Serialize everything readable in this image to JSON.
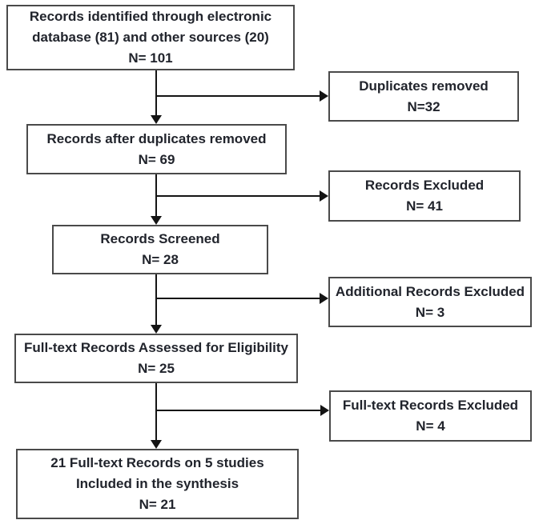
{
  "figure": {
    "kind": "study-selection-flow-diagram",
    "background_color": "#ffffff",
    "box_border_color": "#4a4a4a",
    "arrow_color": "#141414",
    "text_color": "#21242c"
  },
  "main_boxes": [
    {
      "id": "records-identified",
      "lines": [
        "Records identified through electronic",
        "database (81) and other sources (20)",
        "N= 101"
      ]
    },
    {
      "id": "records-after-duplicates",
      "lines": [
        "Records after duplicates removed",
        "N= 69"
      ]
    },
    {
      "id": "records-screened",
      "lines": [
        "Records Screened",
        "N= 28"
      ]
    },
    {
      "id": "fulltext-assessed",
      "lines": [
        "Full-text Records Assessed for Eligibility",
        "N= 25"
      ]
    },
    {
      "id": "included-in-synthesis",
      "lines": [
        "21 Full-text Records on 5 studies",
        "Included in the synthesis",
        "N= 21"
      ]
    }
  ],
  "side_boxes": [
    {
      "id": "duplicates-removed",
      "lines": [
        "Duplicates removed",
        "N=32"
      ]
    },
    {
      "id": "records-excluded",
      "lines": [
        "Records Excluded",
        "N= 41"
      ]
    },
    {
      "id": "additional-records-excluded",
      "lines": [
        "Additional Records Excluded",
        "N= 3"
      ]
    },
    {
      "id": "fulltext-records-excluded",
      "lines": [
        "Full-text Records Excluded",
        "N= 4"
      ]
    }
  ]
}
